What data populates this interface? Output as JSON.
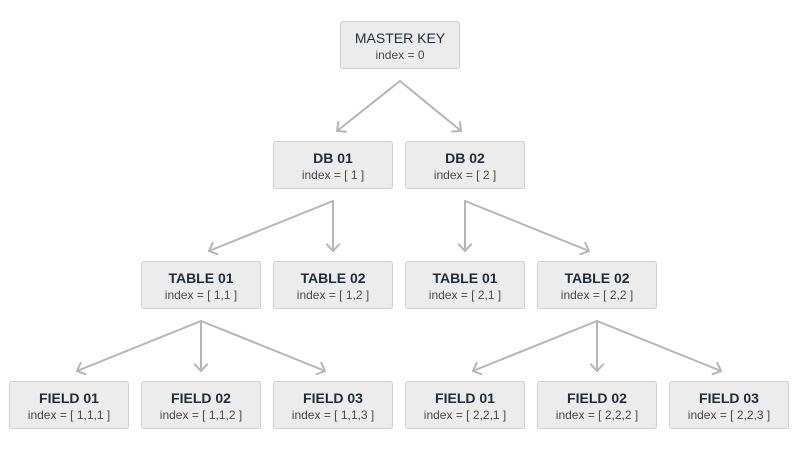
{
  "theme": {
    "node_fill": "#ececec",
    "node_border": "#cfcfcf",
    "edge_color": "#b5b5b5",
    "title_color": "#1e2d3b",
    "sub_color": "#4a4a4a"
  },
  "nodes": {
    "master": {
      "title": "MASTER KEY",
      "index": "index = 0"
    },
    "db01": {
      "title": "DB 01",
      "index": "index = [ 1 ]"
    },
    "db02": {
      "title": "DB 02",
      "index": "index = [ 2 ]"
    },
    "t11": {
      "title": "TABLE 01",
      "index": "index = [ 1,1 ]"
    },
    "t12": {
      "title": "TABLE 02",
      "index": "index = [ 1,2 ]"
    },
    "t21": {
      "title": "TABLE 01",
      "index": "index = [ 2,1 ]"
    },
    "t22": {
      "title": "TABLE 02",
      "index": "index = [ 2,2 ]"
    },
    "f111": {
      "title": "FIELD 01",
      "index": "index = [ 1,1,1 ]"
    },
    "f112": {
      "title": "FIELD 02",
      "index": "index = [ 1,1,2 ]"
    },
    "f113": {
      "title": "FIELD 03",
      "index": "index = [ 1,1,3 ]"
    },
    "f221": {
      "title": "FIELD 01",
      "index": "index = [ 2,2,1 ]"
    },
    "f222": {
      "title": "FIELD 02",
      "index": "index = [ 2,2,2 ]"
    },
    "f223": {
      "title": "FIELD 03",
      "index": "index = [ 2,2,3 ]"
    }
  },
  "edges": [
    [
      "master",
      "db01"
    ],
    [
      "master",
      "db02"
    ],
    [
      "db01",
      "t11"
    ],
    [
      "db01",
      "t12"
    ],
    [
      "db02",
      "t21"
    ],
    [
      "db02",
      "t22"
    ],
    [
      "t11",
      "f111"
    ],
    [
      "t11",
      "f112"
    ],
    [
      "t11",
      "f113"
    ],
    [
      "t22",
      "f221"
    ],
    [
      "t22",
      "f222"
    ],
    [
      "t22",
      "f223"
    ]
  ]
}
